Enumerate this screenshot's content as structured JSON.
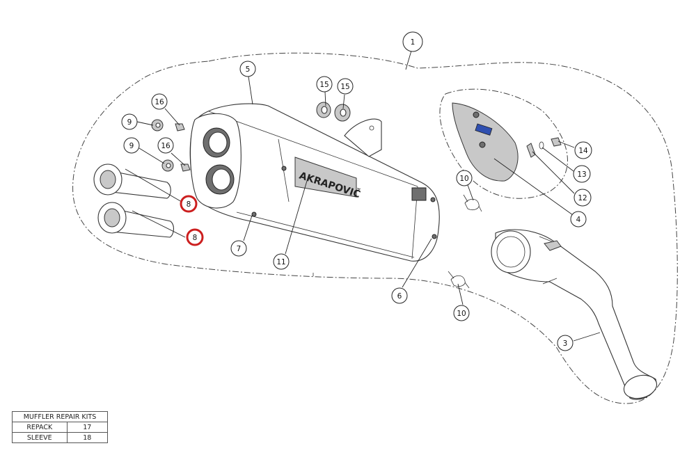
{
  "diagram": {
    "brand_stamp": "AKRAPOVIČ",
    "highlight_color": "#cc1f1f",
    "callouts": [
      {
        "id": "c1",
        "label": "1",
        "highlighted": false
      },
      {
        "id": "c5",
        "label": "5",
        "highlighted": false
      },
      {
        "id": "c15a",
        "label": "15",
        "highlighted": false
      },
      {
        "id": "c15b",
        "label": "15",
        "highlighted": false
      },
      {
        "id": "c16a",
        "label": "16",
        "highlighted": false
      },
      {
        "id": "c9a",
        "label": "9",
        "highlighted": false
      },
      {
        "id": "c9b",
        "label": "9",
        "highlighted": false
      },
      {
        "id": "c16b",
        "label": "16",
        "highlighted": false
      },
      {
        "id": "c8a",
        "label": "8",
        "highlighted": true
      },
      {
        "id": "c8b",
        "label": "8",
        "highlighted": true
      },
      {
        "id": "c7",
        "label": "7",
        "highlighted": false
      },
      {
        "id": "c11",
        "label": "11",
        "highlighted": false
      },
      {
        "id": "c10a",
        "label": "10",
        "highlighted": false
      },
      {
        "id": "c10b",
        "label": "10",
        "highlighted": false
      },
      {
        "id": "c6",
        "label": "6",
        "highlighted": false
      },
      {
        "id": "c14",
        "label": "14",
        "highlighted": false
      },
      {
        "id": "c13",
        "label": "13",
        "highlighted": false
      },
      {
        "id": "c12",
        "label": "12",
        "highlighted": false
      },
      {
        "id": "c4",
        "label": "4",
        "highlighted": false
      },
      {
        "id": "c3",
        "label": "3",
        "highlighted": false
      }
    ]
  },
  "repair_kits": {
    "title": "MUFFLER REPAIR KITS",
    "rows": [
      {
        "name": "REPACK",
        "number": "17"
      },
      {
        "name": "SLEEVE",
        "number": "18"
      }
    ]
  }
}
